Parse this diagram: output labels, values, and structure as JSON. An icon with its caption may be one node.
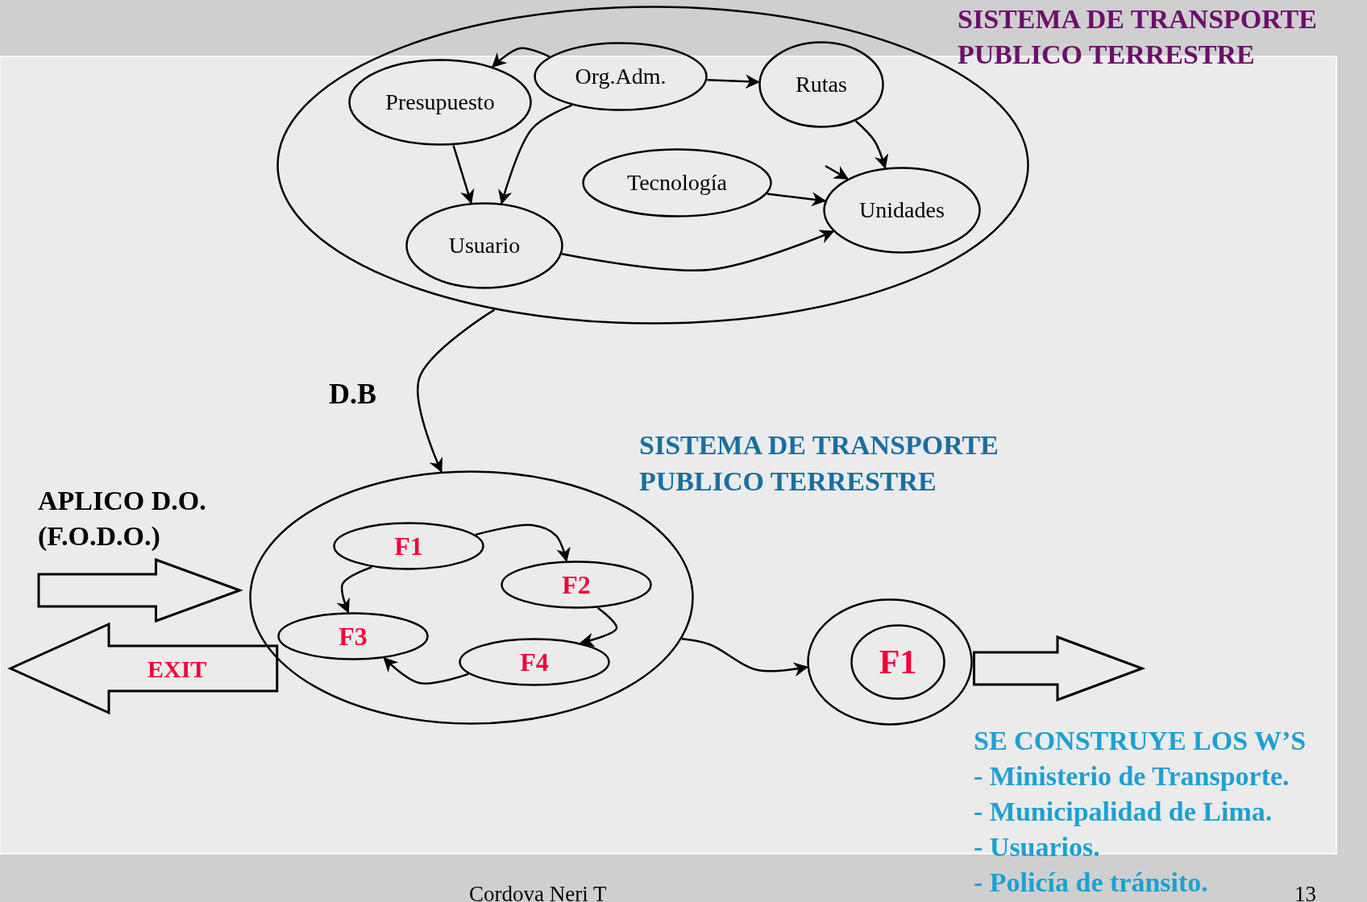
{
  "diagram": {
    "title": "SISTEMA DE TRANSPORTE PUBLICO TERRESTRE",
    "nodes": [
      {
        "text": [],
        "shape": "ellipse"
      },
      {
        "text": [
          "Presupuesto"
        ],
        "in": 0
      },
      {
        "text": [
          "Org.Adm."
        ],
        "in": 0
      },
      {
        "text": [
          "Rutas"
        ],
        "in": 0
      },
      {
        "text": [
          "Tecnología"
        ],
        "in": 0
      },
      {
        "text": [
          "Unidades"
        ],
        "in": 0
      },
      {
        "text": [
          "Usuario"
        ],
        "in": 0
      },
      {
        "text": [],
        "shape": "ellipse",
        "beside": [
          "SISTEMA DE TRANSPORTE PUBLICO TERRESTRE"
        ]
      },
      {
        "text": [
          "F1"
        ],
        "in": 7
      },
      {
        "text": [
          "F2"
        ],
        "in": 7
      },
      {
        "text": [
          "F3"
        ],
        "in": 7
      },
      {
        "text": [
          "F4"
        ],
        "in": 7
      },
      {
        "text": [],
        "shape": "ellipse"
      },
      {
        "text": [
          "F1"
        ],
        "in": 12
      }
    ],
    "edges": [
      {
        "from": 2,
        "to": 1,
        "arrow": "to"
      },
      {
        "from": 2,
        "to": 3,
        "arrow": "to"
      },
      {
        "from": 2,
        "to": 6,
        "arrow": "to"
      },
      {
        "from": 1,
        "to": 6,
        "arrow": "to"
      },
      {
        "from": 3,
        "to": 5,
        "arrow": "to"
      },
      {
        "from": 4,
        "to": 5,
        "arrow": "to"
      },
      {
        "from": 6,
        "to": 5,
        "arrow": "to"
      },
      {
        "from": null,
        "to": 5,
        "arrow": "to"
      },
      {
        "from": 0,
        "to": 7,
        "arrow": "to",
        "label": "D.B"
      },
      {
        "from": 8,
        "to": 9,
        "arrow": "to"
      },
      {
        "from": 8,
        "to": 10,
        "arrow": "to"
      },
      {
        "from": 9,
        "to": 11,
        "arrow": "to"
      },
      {
        "from": 11,
        "to": 10,
        "arrow": "to"
      },
      {
        "from": 7,
        "to": 12,
        "arrow": "to"
      },
      {
        "from": null,
        "to": 7,
        "arrow": "to",
        "label": "APLICO D.O. (F.O.D.O.)",
        "style": "thick"
      },
      {
        "from": 7,
        "to": null,
        "arrow": "to",
        "label": "EXIT",
        "style": "thick"
      },
      {
        "from": 12,
        "to": null,
        "arrow": "to",
        "style": "thick"
      }
    ],
    "labels": [
      "SE CONSTRUYE LOS W’S",
      "- Ministerio de Transporte.",
      "- Municipalidad de Lima.",
      "- Usuarios.",
      "- Policía de tránsito.",
      "Cordova Neri T",
      "13"
    ]
  }
}
